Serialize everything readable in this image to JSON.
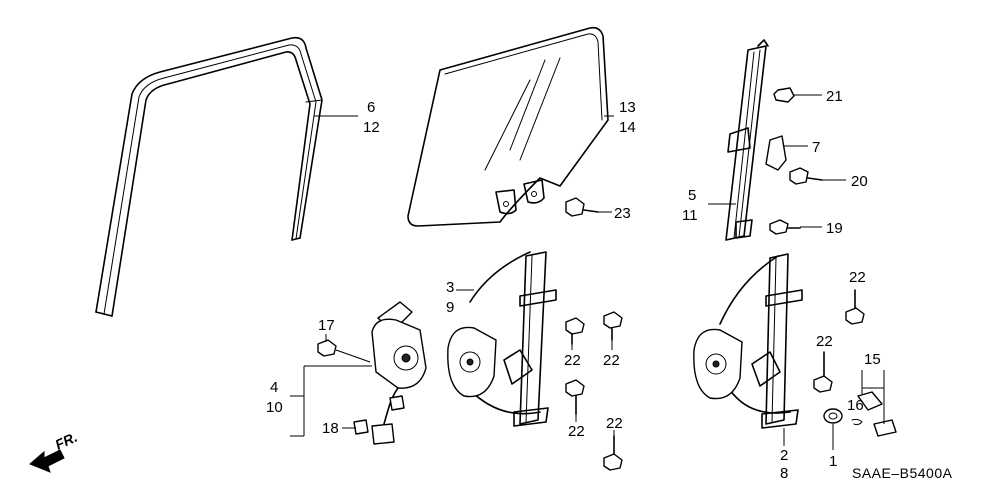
{
  "callouts": {
    "c1": "1",
    "c2": "2",
    "c8": "8",
    "c3": "3",
    "c9": "9",
    "c4": "4",
    "c10": "10",
    "c5": "5",
    "c11": "11",
    "c6": "6",
    "c12": "12",
    "c7": "7",
    "c13": "13",
    "c14": "14",
    "c15": "15",
    "c16": "16",
    "c17": "17",
    "c18": "18",
    "c19": "19",
    "c20": "20",
    "c21": "21",
    "c22": "22",
    "c23": "23"
  },
  "front_indicator": "FR.",
  "diagram_code": "SAAE–B5400A"
}
